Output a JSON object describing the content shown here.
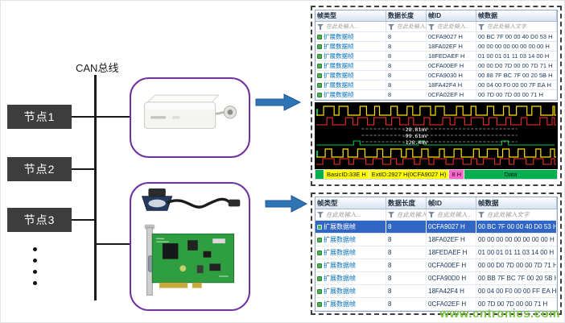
{
  "watermark": "www.cntronics.com",
  "bus": {
    "label": "CAN总线",
    "nodes": [
      "节点1",
      "节点2",
      "节点3"
    ]
  },
  "colors": {
    "arrow": "#2E75B6",
    "purple_border": "#7030A0",
    "node_bg": "#3D3D3D",
    "selected_row": "#3166C5",
    "frame_type_text": "#0070C0",
    "watermark": "#7DC242",
    "scope_background": "#000000",
    "waveform_yellow": "#FFE000",
    "waveform_red": "#FF3030",
    "waveform_green": "#00C853"
  },
  "top_panel": {
    "table": {
      "headers": [
        "帧类型",
        "数据长度",
        "帧ID",
        "帧数据"
      ],
      "filters": [
        "在此处输入...",
        "在此处输入...",
        "在此处输入...",
        "在此处输入文字"
      ],
      "rows": [
        {
          "type": "扩展数据帧",
          "length": "8",
          "id": "0CFA9027 H",
          "data": "00 BC 7F 00 00 40 D0 53 H"
        },
        {
          "type": "扩展数据帧",
          "length": "8",
          "id": "18FA02EF H",
          "data": "00 00 00 00 00 00 00 00 H"
        },
        {
          "type": "扩展数据帧",
          "length": "8",
          "id": "18FEDAEF H",
          "data": "01 00 01 01 11 03 14 00 H"
        },
        {
          "type": "扩展数据帧",
          "length": "8",
          "id": "0CFA00EF H",
          "data": "00 00 D0 7D 00 00 7D 71 H"
        },
        {
          "type": "扩展数据帧",
          "length": "8",
          "id": "0CFA9030 H",
          "data": "00 88 7F BC 7F 00 20 5B H"
        },
        {
          "type": "扩展数据帧",
          "length": "8",
          "id": "18FA42F4 H",
          "data": "00 04 00 F0 00 00 7F EA H"
        },
        {
          "type": "扩展数据帧",
          "length": "8",
          "id": "0CFA02EF H",
          "data": "00 7D 00 7D 00 00 71 H"
        }
      ]
    },
    "scope": {
      "measurements": [
        "-28.81mV",
        "-99.61mV",
        "-128.4mV"
      ],
      "bar": [
        {
          "label": "",
          "color": "#00B050"
        },
        {
          "label": "BasicID:33E H",
          "color": "#FFFF00"
        },
        {
          "label": "ExtID:2927 H(0CFA9027 H)",
          "color": "#FFFF00"
        },
        {
          "label": "8 H",
          "color": "#FF66CC"
        },
        {
          "label": "Data",
          "color": "#00B050"
        }
      ]
    }
  },
  "bottom_panel": {
    "table": {
      "headers": [
        "帧类型",
        "数据长度",
        "帧ID",
        "帧数据"
      ],
      "filters": [
        "在此处输入...",
        "在此处输入...",
        "在此处输入...",
        "在此处输入文字"
      ],
      "selected_row_index": 0,
      "rows": [
        {
          "type": "扩展数据帧",
          "length": "8",
          "id": "0CFA9027 H",
          "data": "00 BC 7F 00 00 40 D0 53 H"
        },
        {
          "type": "扩展数据帧",
          "length": "8",
          "id": "18FA02EF H",
          "data": "00 00 00 00 00 00 00 00 H"
        },
        {
          "type": "扩展数据帧",
          "length": "8",
          "id": "18FEDAEF H",
          "data": "01 00 01 01 11 03 14 00 H"
        },
        {
          "type": "扩展数据帧",
          "length": "8",
          "id": "0CFA00EF H",
          "data": "00 00 D0 7D 00 00 7D 71 H"
        },
        {
          "type": "扩展数据帧",
          "length": "8",
          "id": "0CFA90D0 H",
          "data": "00 BB 7F BC 7F 00 20 5B H"
        },
        {
          "type": "扩展数据帧",
          "length": "8",
          "id": "18FA42F4 H",
          "data": "00 04 00 F0 00 00 FF EA H"
        },
        {
          "type": "扩展数据帧",
          "length": "8",
          "id": "0CFA02EF H",
          "data": "00 7D 00 7D 00 00 71 H"
        }
      ]
    }
  }
}
